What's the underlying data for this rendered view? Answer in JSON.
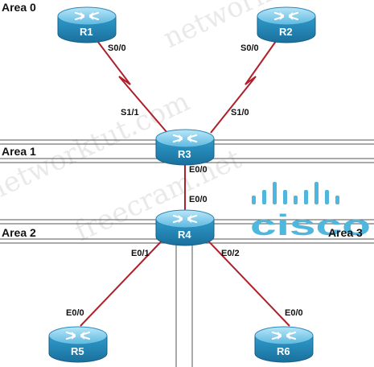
{
  "areas": [
    "Area 0",
    "Area 1",
    "Area 2",
    "Area 3"
  ],
  "routers": {
    "r1": "R1",
    "r2": "R2",
    "r3": "R3",
    "r4": "R4",
    "r5": "R5",
    "r6": "R6"
  },
  "interfaces": {
    "r1_s00": "S0/0",
    "r2_s00": "S0/0",
    "r3_s11": "S1/1",
    "r3_s10": "S1/0",
    "r3_e00": "E0/0",
    "r4_e00": "E0/0",
    "r4_e01": "E0/1",
    "r4_e02": "E0/2",
    "r5_e00": "E0/0",
    "r6_e00": "E0/0"
  },
  "brand": {
    "logo_text": "cisco"
  },
  "watermarks": [
    "networktut.com",
    "freecram.net",
    "networktut.com"
  ],
  "colors": {
    "router_body": "#2a8fc0",
    "router_top": "#8dd2ef",
    "serial_link": "#b0202a",
    "ethernet_link": "#b0202a",
    "brand": "#4fb6de"
  }
}
